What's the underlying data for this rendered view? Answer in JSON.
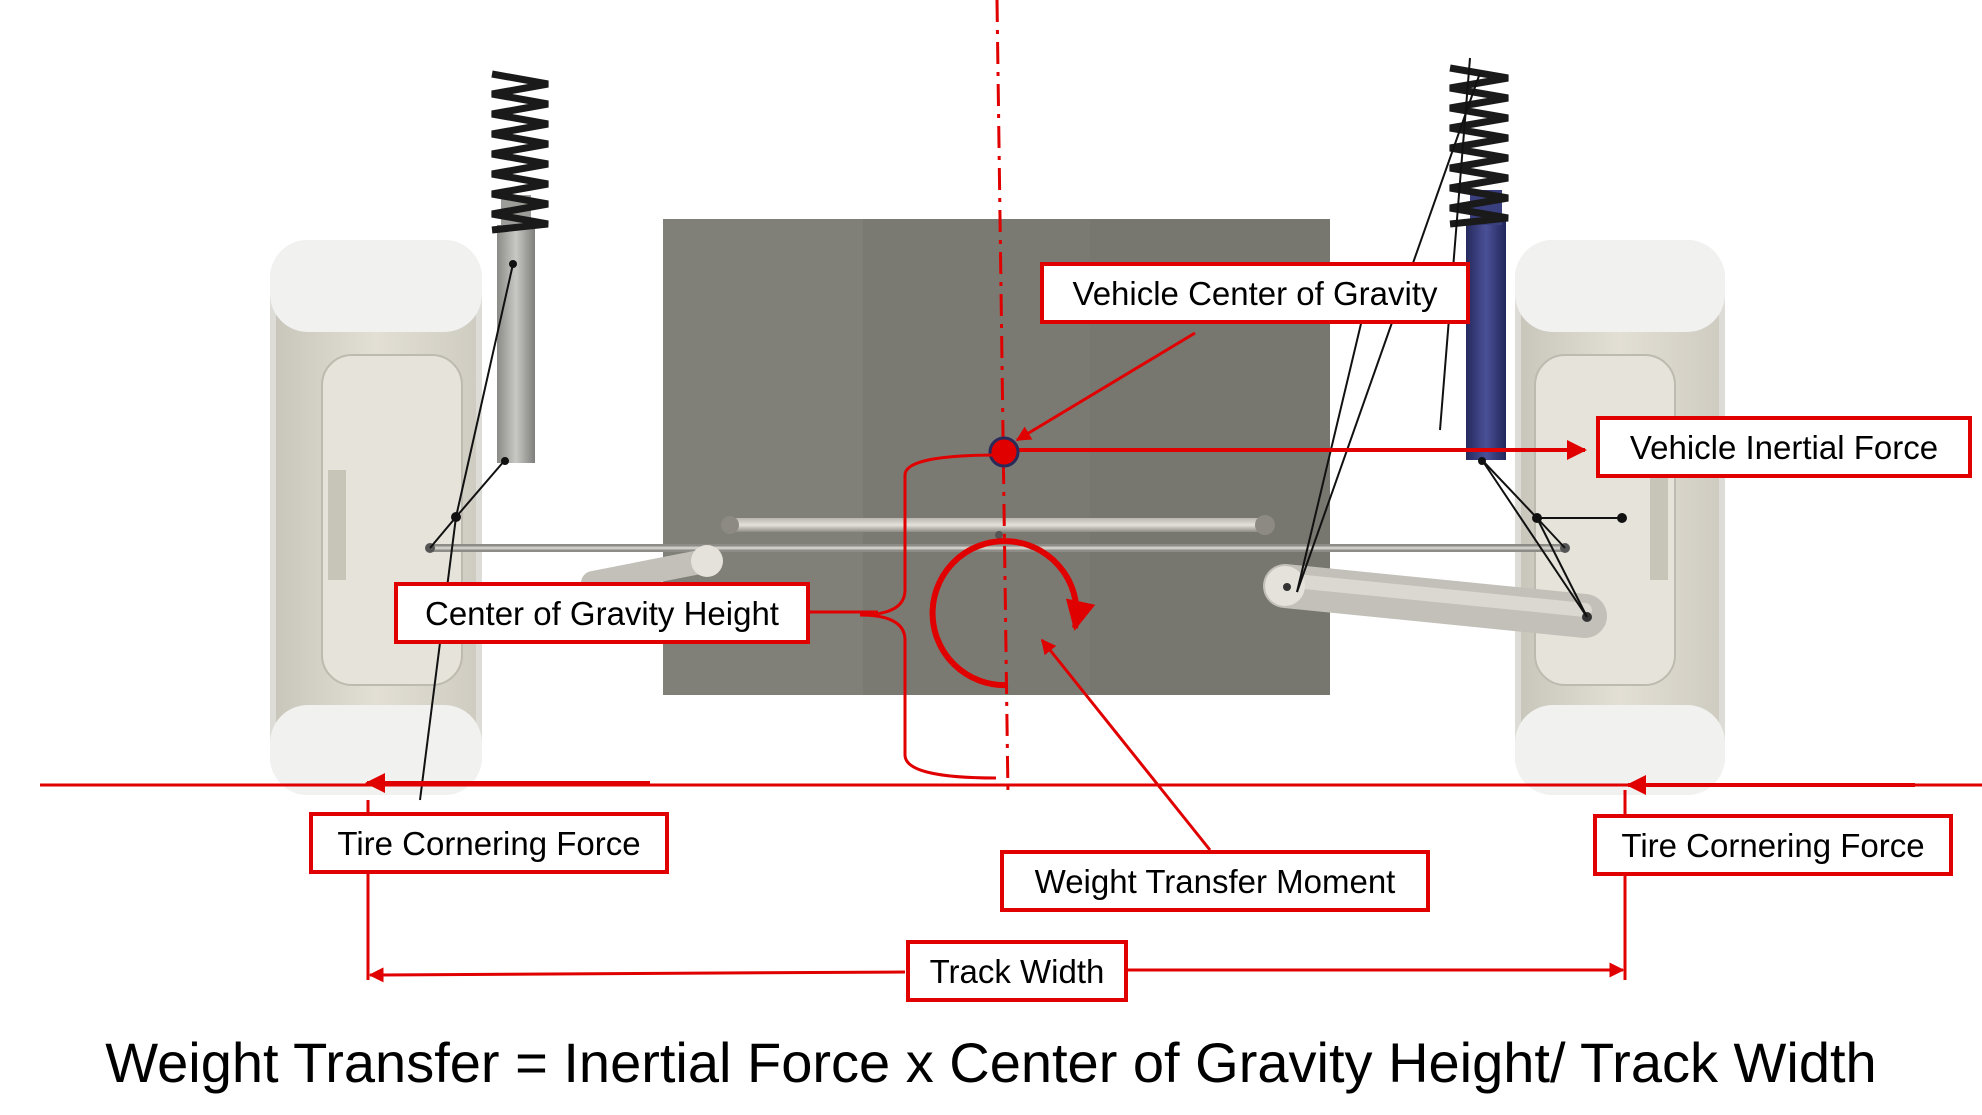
{
  "labels": {
    "cog": "Vehicle Center of Gravity",
    "inertial": "Vehicle Inertial Force",
    "cog_height": "Center of Gravity Height",
    "tire_left": "Tire Cornering Force",
    "tire_right": "Tire Cornering Force",
    "moment": "Weight Transfer Moment",
    "track": "Track Width"
  },
  "formula": "Weight Transfer = Inertial Force x Center of Gravity Height/ Track Width",
  "colors": {
    "annotation": "#e00000",
    "body_panel": "#7b7a72",
    "coil_spring": "#1a1a1a",
    "right_damper": "#2e3370",
    "tire": "#efefef",
    "rim": "#d6d3c8"
  }
}
